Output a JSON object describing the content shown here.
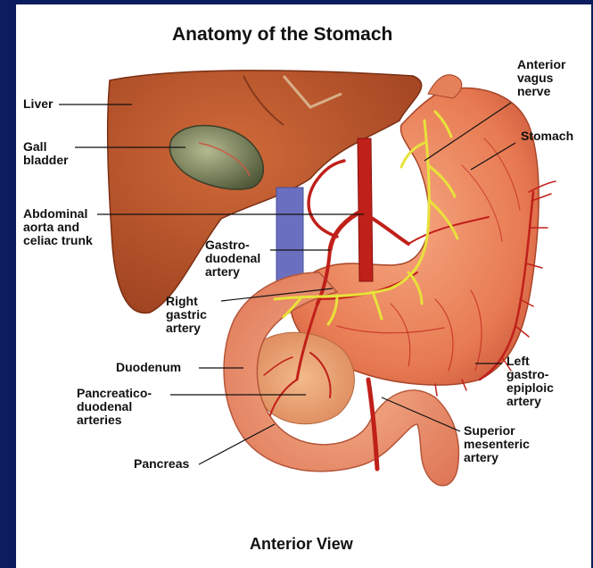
{
  "title": "Anatomy of the Stomach",
  "caption": "Anterior View",
  "labels": {
    "liver": "Liver",
    "gall_bladder": "Gall\nbladder",
    "aorta": "Abdominal\naorta and\nceliac trunk",
    "gastroduodenal": "Gastro-\nduodenal\nartery",
    "right_gastric": "Right\ngastric\nartery",
    "duodenum": "Duodenum",
    "pancreaticoduodenal": "Pancreatico-\nduodenal\narteries",
    "pancreas": "Pancreas",
    "anterior_vagus": "Anterior\nvagus\nnerve",
    "stomach": "Stomach",
    "left_gastroepiploic": "Left\ngastro-\nepiploic\nartery",
    "superior_mesenteric": "Superior\nmesenteric\nartery"
  },
  "colors": {
    "background_frame": "#0b1d5e",
    "liver": "#b8542a",
    "stomach": "#e9845c",
    "artery": "#c0201a",
    "nerve": "#e8e23a",
    "vein": "#6b6fbf",
    "gallbladder": "#6f7a52",
    "pancreas": "#e9a274"
  }
}
